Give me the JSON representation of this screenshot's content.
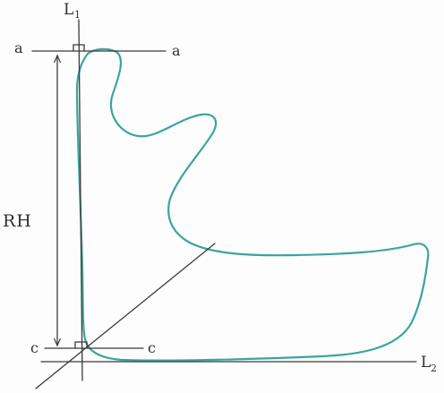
{
  "labels": {
    "l1": "L",
    "l1_sub": "1",
    "l2": "L",
    "l2_sub": "2",
    "a_left": "a",
    "a_right": "a",
    "c_left": "c",
    "c_right": "c",
    "rh": "RH"
  },
  "colors": {
    "outline": "#3aa59a",
    "lines": "#3a3a3a",
    "text": "#2f2f2f"
  }
}
